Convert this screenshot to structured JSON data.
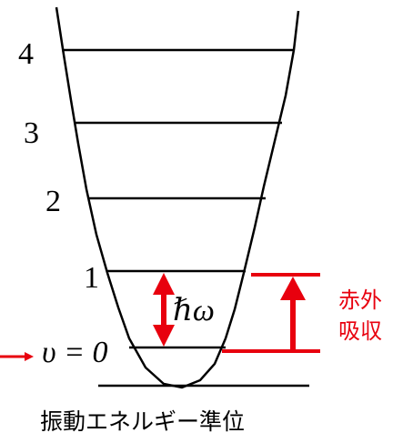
{
  "diagram": {
    "levels": [
      {
        "label": "4"
      },
      {
        "label": "3"
      },
      {
        "label": "2"
      },
      {
        "label": "1"
      },
      {
        "label": "υ = 0"
      }
    ],
    "quantum_label": "ℏω",
    "absorption_label_line1": "赤外",
    "absorption_label_line2": "吸収",
    "caption": "振動エネルギー準位",
    "colors": {
      "lines": "#000000",
      "accent": "#e8000e"
    }
  }
}
